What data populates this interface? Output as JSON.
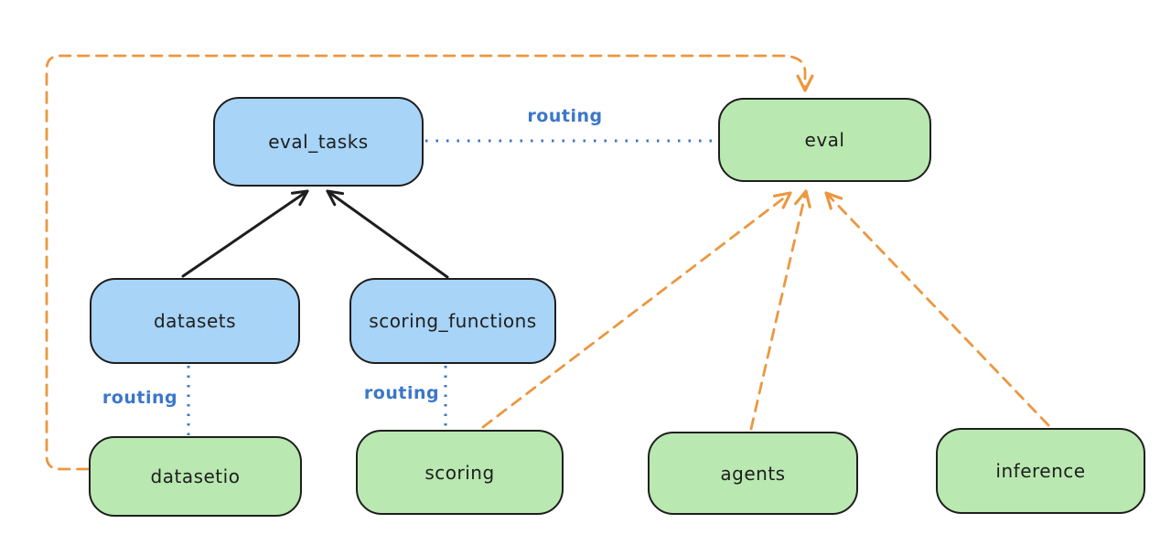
{
  "diagram": {
    "title": "",
    "background_color": "#ffffff",
    "colors": {
      "registry_node_fill": "#a7d4f7",
      "api_node_fill": "#b9e8b1",
      "node_stroke": "#1e1e1e",
      "dependency_arrow": "#1e1e1e",
      "routing_line": "#3b77c9",
      "provider_arrow": "#ec9740"
    },
    "nodes": [
      {
        "id": "eval_tasks",
        "label": "eval_tasks",
        "kind": "registry"
      },
      {
        "id": "eval",
        "label": "eval",
        "kind": "api"
      },
      {
        "id": "datasets",
        "label": "datasets",
        "kind": "registry"
      },
      {
        "id": "scoring_functions",
        "label": "scoring_functions",
        "kind": "registry"
      },
      {
        "id": "datasetio",
        "label": "datasetio",
        "kind": "api"
      },
      {
        "id": "scoring",
        "label": "scoring",
        "kind": "api"
      },
      {
        "id": "agents",
        "label": "agents",
        "kind": "api"
      },
      {
        "id": "inference",
        "label": "inference",
        "kind": "api"
      }
    ],
    "edge_labels": [
      {
        "id": "routing-eval-tasks-to-eval",
        "text": "routing"
      },
      {
        "id": "routing-datasets-to-datasetio",
        "text": "routing"
      },
      {
        "id": "routing-scoring-functions-to-scoring",
        "text": "routing"
      }
    ],
    "edges": [
      {
        "from": "datasets",
        "to": "eval_tasks",
        "style": "solid-black-arrow"
      },
      {
        "from": "scoring_functions",
        "to": "eval_tasks",
        "style": "solid-black-arrow"
      },
      {
        "from": "eval_tasks",
        "to": "eval",
        "style": "blue-dotted",
        "label": "routing"
      },
      {
        "from": "datasets",
        "to": "datasetio",
        "style": "blue-dotted",
        "label": "routing"
      },
      {
        "from": "scoring_functions",
        "to": "scoring",
        "style": "blue-dotted",
        "label": "routing"
      },
      {
        "from": "datasetio",
        "to": "eval",
        "style": "orange-dashed-arrow"
      },
      {
        "from": "scoring",
        "to": "eval",
        "style": "orange-dashed-arrow"
      },
      {
        "from": "agents",
        "to": "eval",
        "style": "orange-dashed-arrow"
      },
      {
        "from": "inference",
        "to": "eval",
        "style": "orange-dashed-arrow"
      }
    ]
  }
}
